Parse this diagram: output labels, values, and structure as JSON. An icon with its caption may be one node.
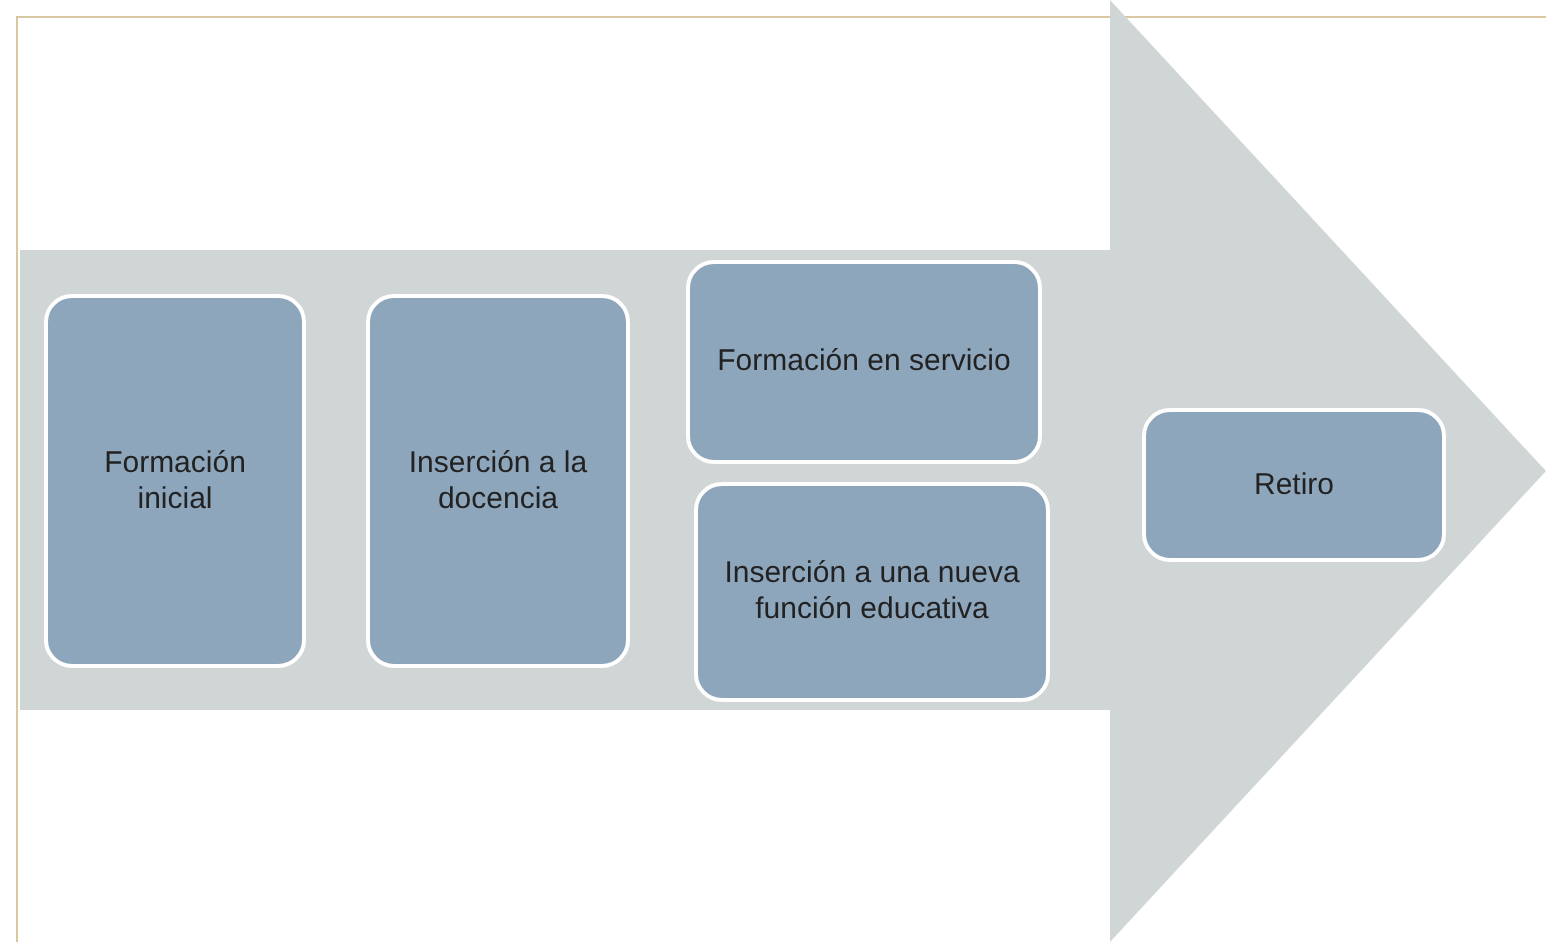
{
  "diagram": {
    "nodes": [
      {
        "text": [],
        "shape": "arrow"
      },
      {
        "text": [
          "Formación inicial"
        ],
        "in": 0
      },
      {
        "text": [
          "Inserción a la docencia"
        ],
        "in": 0
      },
      {
        "text": [
          "Formación en servicio"
        ],
        "in": 0
      },
      {
        "text": [
          "Inserción a una nueva función educativa"
        ],
        "in": 0
      },
      {
        "text": [
          "Retiro"
        ],
        "in": 0
      }
    ]
  }
}
